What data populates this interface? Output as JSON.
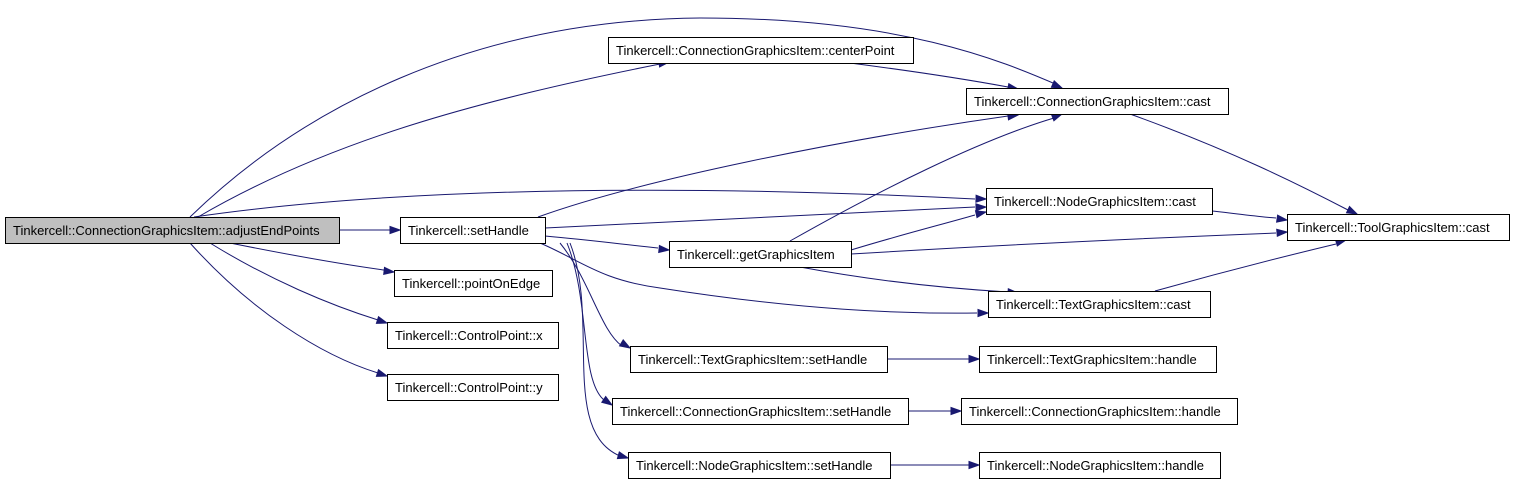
{
  "colors": {
    "edge": "#191970",
    "node_fill": "#ffffff",
    "root_fill": "#bfbfbf",
    "border": "#000000",
    "text": "#000000"
  },
  "nodes": {
    "adjust": {
      "label": "Tinkercell::ConnectionGraphicsItem::adjustEndPoints",
      "root": true
    },
    "center": {
      "label": "Tinkercell::ConnectionGraphicsItem::centerPoint"
    },
    "conn_cast": {
      "label": "Tinkercell::ConnectionGraphicsItem::cast"
    },
    "sethandle": {
      "label": "Tinkercell::setHandle"
    },
    "node_cast": {
      "label": "Tinkercell::NodeGraphicsItem::cast"
    },
    "tool_cast": {
      "label": "Tinkercell::ToolGraphicsItem::cast"
    },
    "getgi": {
      "label": "Tinkercell::getGraphicsItem"
    },
    "poe": {
      "label": "Tinkercell::pointOnEdge"
    },
    "text_cast": {
      "label": "Tinkercell::TextGraphicsItem::cast"
    },
    "cpx": {
      "label": "Tinkercell::ControlPoint::x"
    },
    "cpy": {
      "label": "Tinkercell::ControlPoint::y"
    },
    "text_sh": {
      "label": "Tinkercell::TextGraphicsItem::setHandle"
    },
    "text_h": {
      "label": "Tinkercell::TextGraphicsItem::handle"
    },
    "conn_sh": {
      "label": "Tinkercell::ConnectionGraphicsItem::setHandle"
    },
    "conn_h": {
      "label": "Tinkercell::ConnectionGraphicsItem::handle"
    },
    "node_sh": {
      "label": "Tinkercell::NodeGraphicsItem::setHandle"
    },
    "node_h": {
      "label": "Tinkercell::NodeGraphicsItem::handle"
    }
  },
  "edges": [
    {
      "from": "adjust",
      "to": "conn_cast"
    },
    {
      "from": "adjust",
      "to": "center"
    },
    {
      "from": "adjust",
      "to": "node_cast"
    },
    {
      "from": "adjust",
      "to": "sethandle"
    },
    {
      "from": "adjust",
      "to": "poe"
    },
    {
      "from": "adjust",
      "to": "cpx"
    },
    {
      "from": "adjust",
      "to": "cpy"
    },
    {
      "from": "center",
      "to": "conn_cast"
    },
    {
      "from": "conn_cast",
      "to": "tool_cast"
    },
    {
      "from": "sethandle",
      "to": "conn_cast"
    },
    {
      "from": "sethandle",
      "to": "node_cast"
    },
    {
      "from": "sethandle",
      "to": "getgi"
    },
    {
      "from": "sethandle",
      "to": "text_cast"
    },
    {
      "from": "sethandle",
      "to": "text_sh"
    },
    {
      "from": "sethandle",
      "to": "conn_sh"
    },
    {
      "from": "sethandle",
      "to": "node_sh"
    },
    {
      "from": "node_cast",
      "to": "tool_cast"
    },
    {
      "from": "getgi",
      "to": "conn_cast"
    },
    {
      "from": "getgi",
      "to": "node_cast"
    },
    {
      "from": "getgi",
      "to": "tool_cast"
    },
    {
      "from": "getgi",
      "to": "text_cast"
    },
    {
      "from": "text_cast",
      "to": "tool_cast"
    },
    {
      "from": "text_sh",
      "to": "text_h"
    },
    {
      "from": "conn_sh",
      "to": "conn_h"
    },
    {
      "from": "node_sh",
      "to": "node_h"
    }
  ]
}
